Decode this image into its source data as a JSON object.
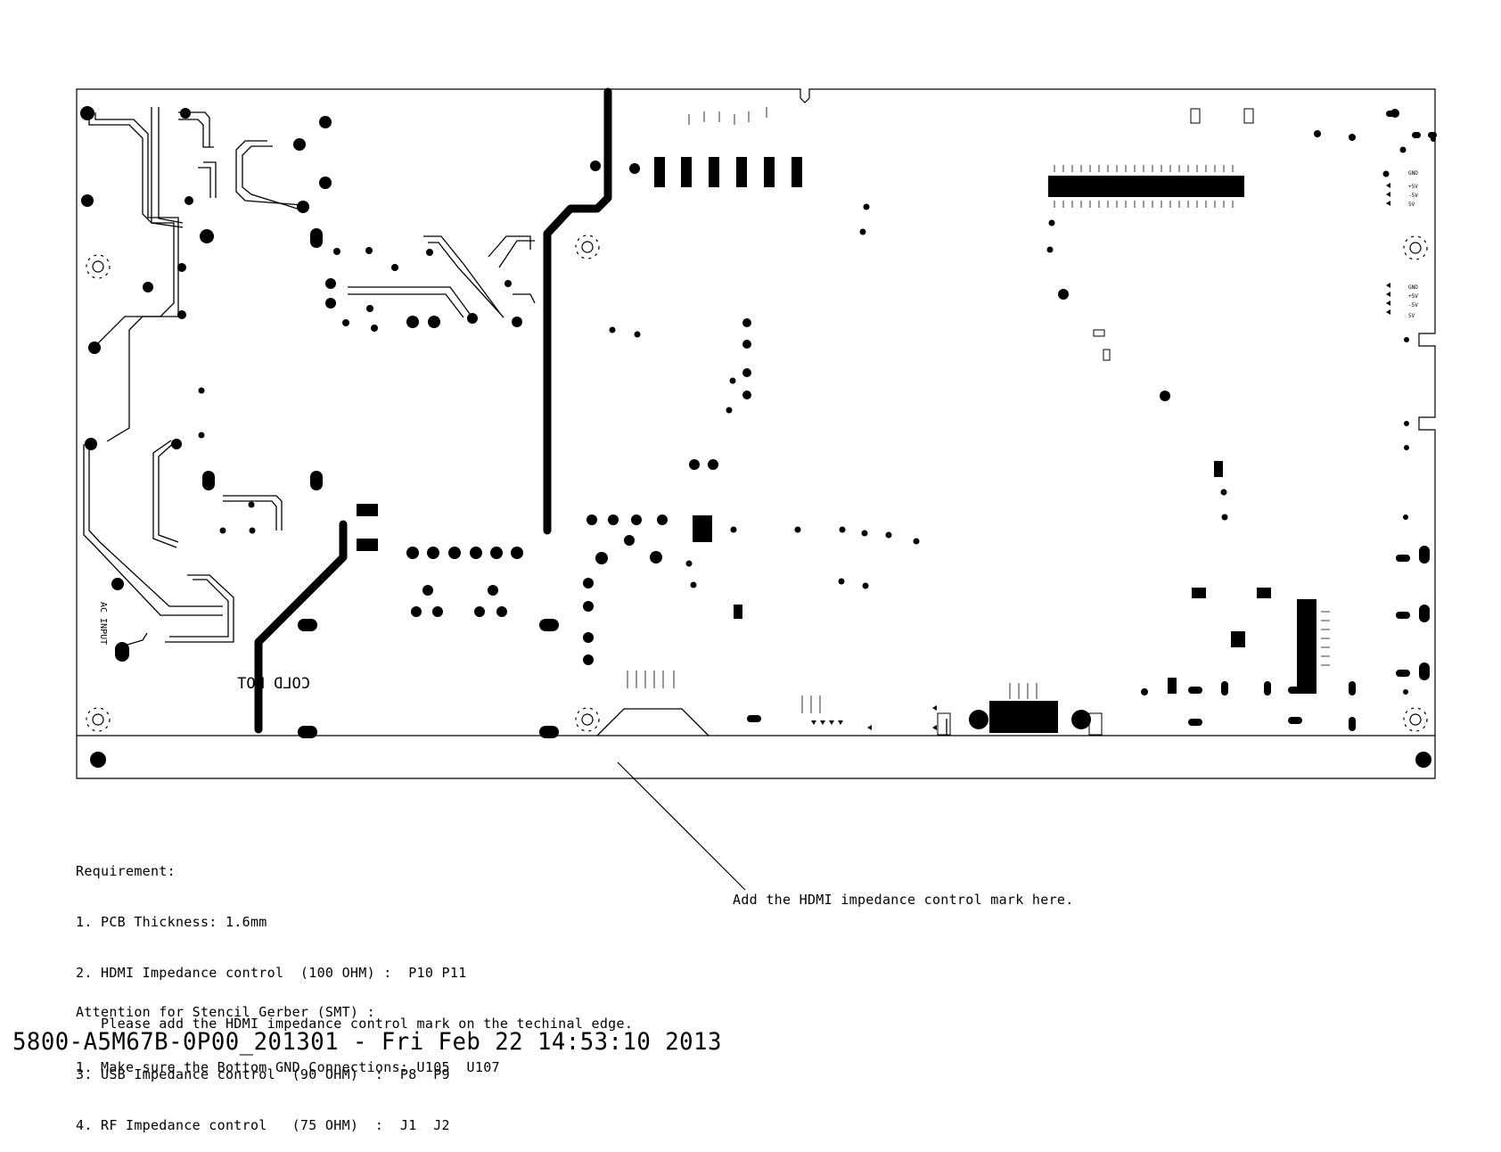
{
  "board": {
    "silk_cold_hot": "COLD HOT",
    "ac_input": "AC INPUT",
    "pin_labels_left": [
      "GND",
      "+5V",
      "-5V",
      "5V"
    ],
    "pin_labels_right": [
      "GND",
      "+5V",
      "-5V",
      "5V"
    ]
  },
  "requirement": {
    "heading": "Requirement:",
    "items": [
      "1. PCB Thickness: 1.6mm",
      "2. HDMI Impedance control  (100 OHM) :  P10 P11",
      "   Please add the HDMI impedance control mark on the techinal edge.",
      "3. USB Impedance control  (90 OHM)  :  P8  P9",
      "4. RF Impedance control   (75 OHM)  :  J1  J2"
    ]
  },
  "attention": {
    "heading": "Attention for Stencil Gerber (SMT) :",
    "items": [
      "1. Make sure the Bottom GND Connections: U105  U107"
    ]
  },
  "callout": "Add the HDMI impedance control mark here.",
  "footer": "5800-A5M67B-0P00_201301 - Fri Feb 22 14:53:10 2013"
}
